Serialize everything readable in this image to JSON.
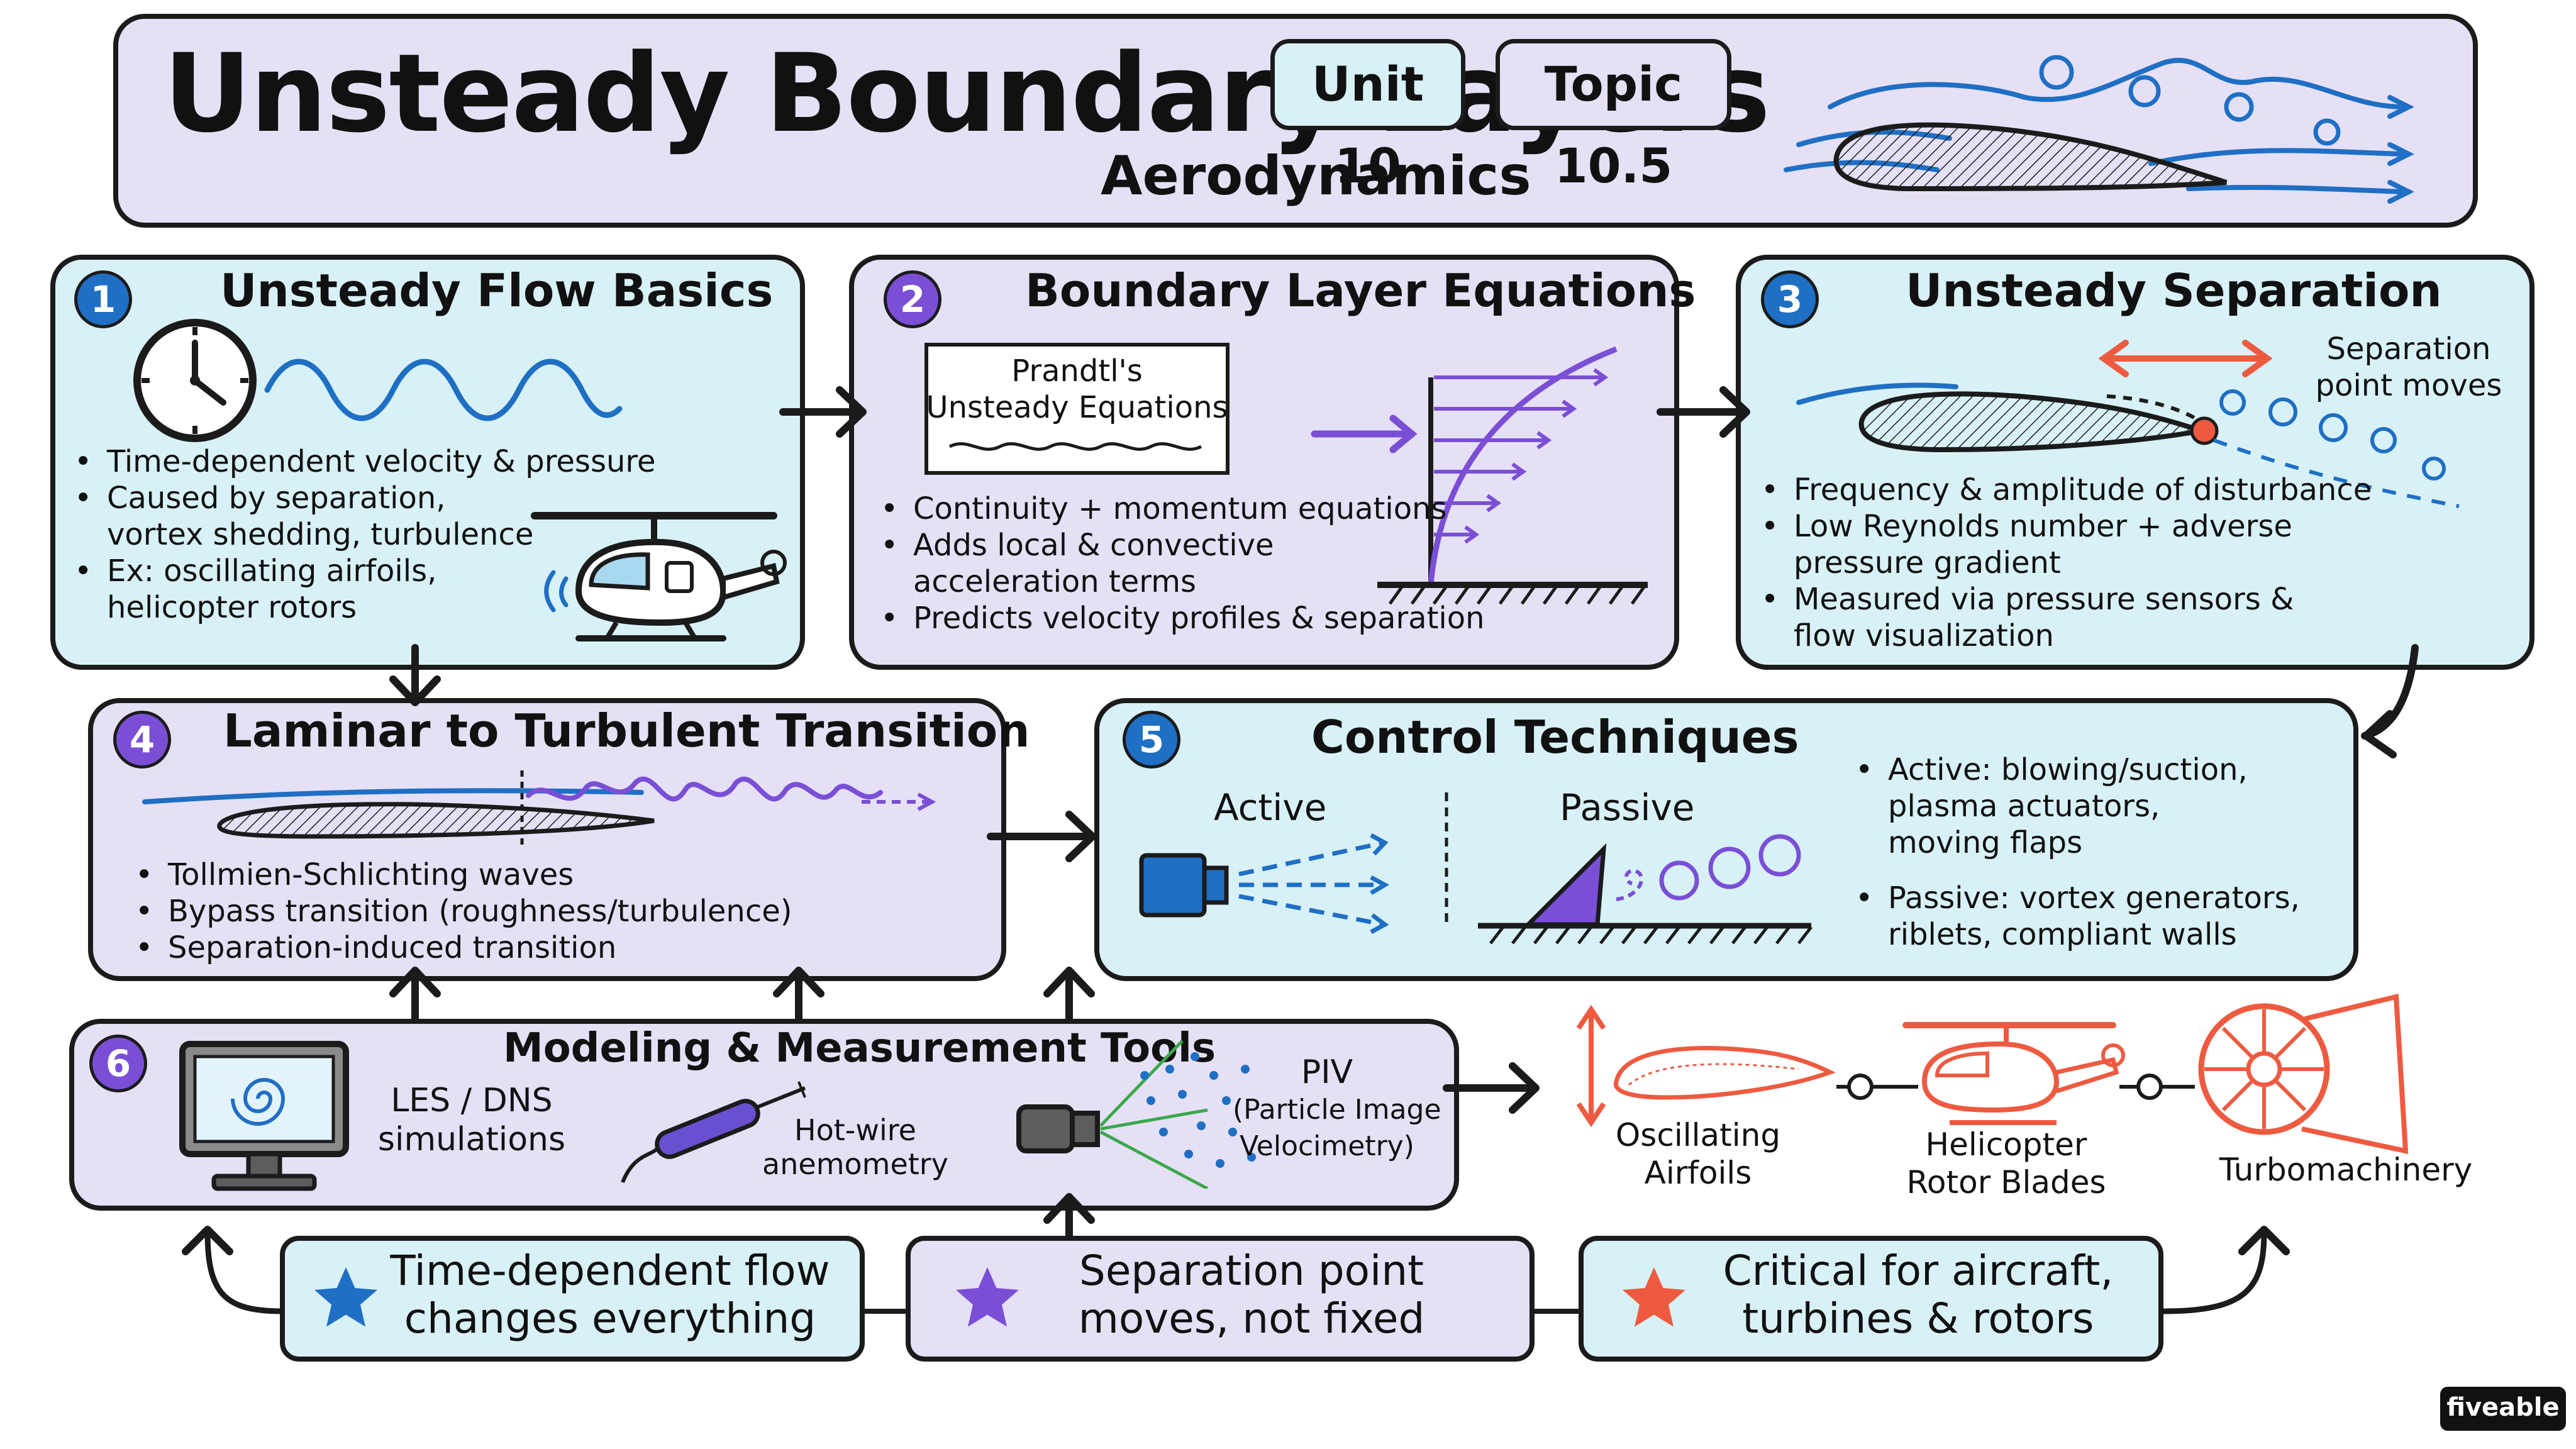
{
  "header": {
    "title": "Unsteady Boundary Layers",
    "subtitle": "Aerodynamics",
    "unit_tag": "Unit 10",
    "topic_tag": "Topic 10.5"
  },
  "sections": [
    {
      "number": "1",
      "title": "Unsteady Flow Basics",
      "bullets": [
        [
          "Time-dependent velocity & pressure"
        ],
        [
          "Caused by separation,",
          "vortex shedding, turbulence"
        ],
        [
          "Ex: oscillating airfoils,",
          "helicopter rotors"
        ]
      ]
    },
    {
      "number": "2",
      "title": "Boundary Layer Equations",
      "note_box": [
        "Prandtl's",
        "Unsteady Equations"
      ],
      "bullets": [
        [
          "Continuity + momentum equations"
        ],
        [
          "Adds local & convective",
          "acceleration terms"
        ],
        [
          "Predicts velocity profiles & separation"
        ]
      ]
    },
    {
      "number": "3",
      "title": "Unsteady Separation",
      "annotation": [
        "Separation",
        "point moves"
      ],
      "bullets": [
        [
          "Frequency & amplitude of disturbance"
        ],
        [
          "Low Reynolds number + adverse",
          "pressure gradient"
        ],
        [
          "Measured via pressure sensors &",
          "flow visualization"
        ]
      ]
    },
    {
      "number": "4",
      "title": "Laminar to Turbulent Transition",
      "bullets": [
        [
          "Tollmien-Schlichting waves"
        ],
        [
          "Bypass transition (roughness/turbulence)"
        ],
        [
          "Separation-induced transition"
        ]
      ]
    },
    {
      "number": "5",
      "title": "Control Techniques",
      "active_label": "Active",
      "passive_label": "Passive",
      "bullets": [
        [
          "Active: blowing/suction,",
          "plasma actuators,",
          "moving flaps"
        ],
        [
          "Passive: vortex generators,",
          "riblets, compliant walls"
        ]
      ]
    },
    {
      "number": "6",
      "title": "Modeling & Measurement Tools",
      "les_label": [
        "LES / DNS",
        "simulations"
      ],
      "hotwire_label": [
        "Hot-wire",
        "anemometry"
      ],
      "piv_label": [
        "PIV",
        "(Particle Image",
        "Velocimetry)"
      ]
    }
  ],
  "applications": [
    [
      "Oscillating",
      "Airfoils"
    ],
    [
      "Helicopter",
      "Rotor Blades"
    ],
    [
      "Turbomachinery"
    ]
  ],
  "takeaways": [
    [
      "Time-dependent flow",
      "changes everything"
    ],
    [
      "Separation point",
      "moves, not fixed"
    ],
    [
      "Critical for aircraft,",
      "turbines & rotors"
    ]
  ],
  "brand": "fiveable",
  "colors": {
    "cyan_fill": "#d8f1f6",
    "lavender_fill": "#e6e0f6",
    "blue_accent": "#1f6fc4",
    "purple_accent": "#7a4fd6",
    "red_accent": "#ee5a40",
    "ink": "#1b1b1b"
  }
}
